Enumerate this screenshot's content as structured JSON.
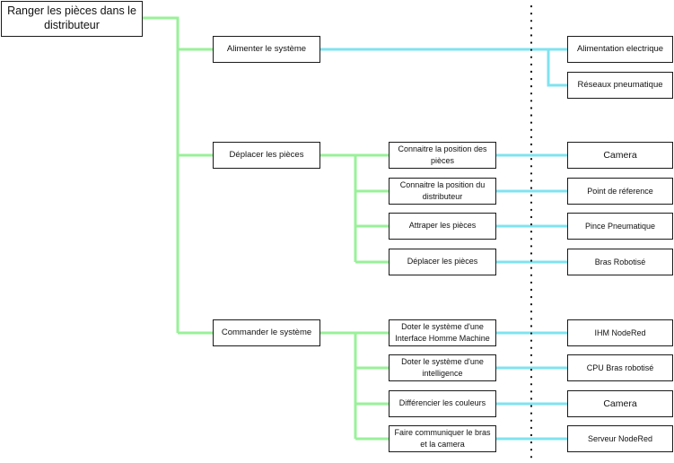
{
  "colors": {
    "green": "#99f199",
    "cyan": "#7fe3f0",
    "border": "#1a1a1a",
    "text": "#111111"
  },
  "root": "Ranger les pièces dans le distributeur",
  "functions": [
    {
      "label": "Alimenter le système"
    },
    {
      "label": "Déplacer les pièces"
    },
    {
      "label": "Commander le système"
    }
  ],
  "subfunctions": [
    {
      "label": "Connaitre la position des pièces"
    },
    {
      "label": "Connaitre la position du distributeur"
    },
    {
      "label": "Attraper les pièces"
    },
    {
      "label": "Déplacer les pièces"
    },
    {
      "label": "Doter le système d'une Interface Homme Machine"
    },
    {
      "label": "Doter le système d'une intelligence"
    },
    {
      "label": "Différencier les couleurs"
    },
    {
      "label": "Faire communiquer le bras et la camera"
    }
  ],
  "solutions": [
    {
      "label": "Alimentation electrique"
    },
    {
      "label": "Réseaux pneumatique"
    },
    {
      "label": "Camera"
    },
    {
      "label": "Point de réference"
    },
    {
      "label": "Pince Pneumatique"
    },
    {
      "label": "Bras Robotisé"
    },
    {
      "label": "IHM NodeRed"
    },
    {
      "label": "CPU Bras robotisé"
    },
    {
      "label": "Camera"
    },
    {
      "label": "Serveur NodeRed"
    }
  ]
}
